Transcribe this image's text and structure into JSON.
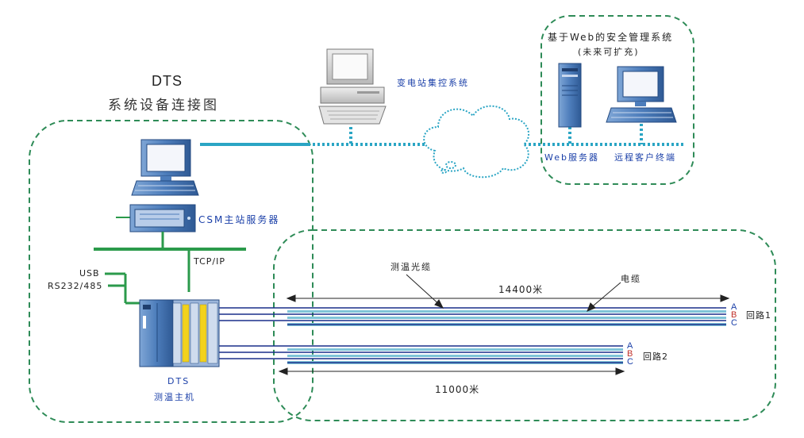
{
  "title": {
    "line1": "DTS",
    "line2": "系统设备连接图"
  },
  "substation_system": {
    "label": "变电站集控系统"
  },
  "web_system": {
    "title_line1": "基于Web的安全管理系统",
    "title_line2": "(未来可扩充)",
    "server_label": "Web服务器",
    "client_label": "远程客户终端"
  },
  "csm": {
    "label": "CSM主站服务器"
  },
  "network": {
    "tcp_label": "TCP/IP",
    "usb_label": "USB",
    "serial_label": "RS232/485"
  },
  "dts_host": {
    "line1": "DTS",
    "line2": "测温主机"
  },
  "fiber": {
    "label": "测温光缆"
  },
  "cable": {
    "label": "电缆"
  },
  "loop1": {
    "length_label": "14400米",
    "name": "回路1",
    "phases": [
      "A",
      "B",
      "C"
    ]
  },
  "loop2": {
    "length_label": "11000米",
    "name": "回路2",
    "phases": [
      "A",
      "B",
      "C"
    ]
  },
  "colors": {
    "zone_border": "#2e8b57",
    "network_line": "#2aa5c4",
    "bus_line": "#2b9a4b",
    "fiber_line": "#1a2f8a",
    "device_blue": "#3d6fb0",
    "phase_a": "#1a3fa8",
    "phase_b": "#c0302a",
    "phase_c": "#1a3fa8"
  }
}
